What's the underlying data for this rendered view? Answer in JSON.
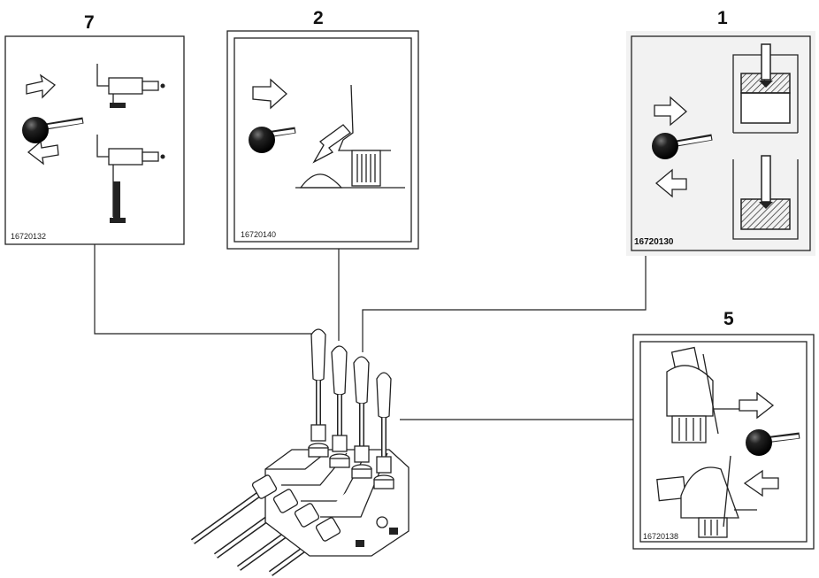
{
  "decals": [
    {
      "id": "7",
      "number": "7",
      "part_code": "16720132"
    },
    {
      "id": "2",
      "number": "2",
      "part_code": "16720140"
    },
    {
      "id": "1",
      "number": "1",
      "part_code": "16720130"
    },
    {
      "id": "5",
      "number": "5",
      "part_code": "16720138"
    }
  ],
  "icons": [
    "lever-knob-icon",
    "arrow-right-icon",
    "arrow-left-icon",
    "stabilizer-leg-icon",
    "bucket-dump-icon",
    "hydraulic-cylinder-icon",
    "tilt-attachment-icon"
  ],
  "colors": {
    "line": "#222222",
    "knob": "#111111",
    "panel_bg": "#ffffff",
    "decal1_bg": "#f2f2f2"
  }
}
